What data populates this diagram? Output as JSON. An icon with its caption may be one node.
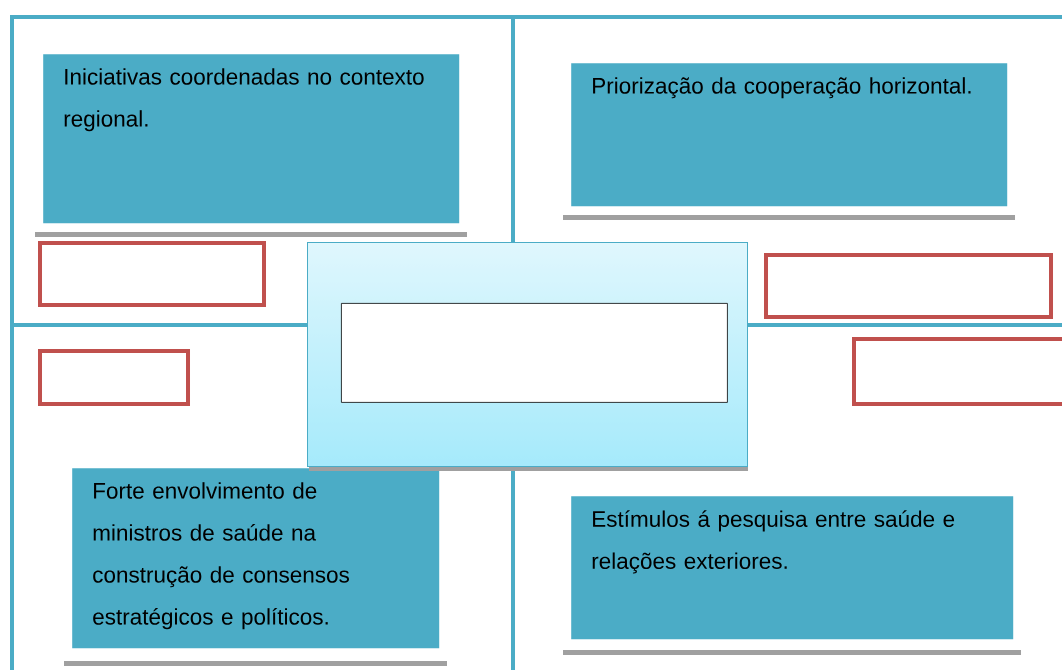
{
  "diagram": {
    "nodes": [
      {
        "text": [
          "Iniciativas coordenadas no contexto regional."
        ]
      },
      {
        "text": [
          "Priorização da cooperação horizontal."
        ]
      },
      {
        "text": [
          "Forte envolvimento de ministros de saúde na construção de consensos estratégicos e políticos."
        ]
      },
      {
        "text": [
          "Estímulos á pesquisa entre saúde e relações exteriores."
        ]
      },
      {
        "text": [],
        "shape": "box"
      },
      {
        "text": [],
        "shape": "box"
      },
      {
        "text": [],
        "shape": "box"
      },
      {
        "text": [],
        "shape": "box",
        "in": 5
      },
      {
        "text": [],
        "shape": "box"
      },
      {
        "text": [],
        "shape": "box"
      }
    ]
  }
}
